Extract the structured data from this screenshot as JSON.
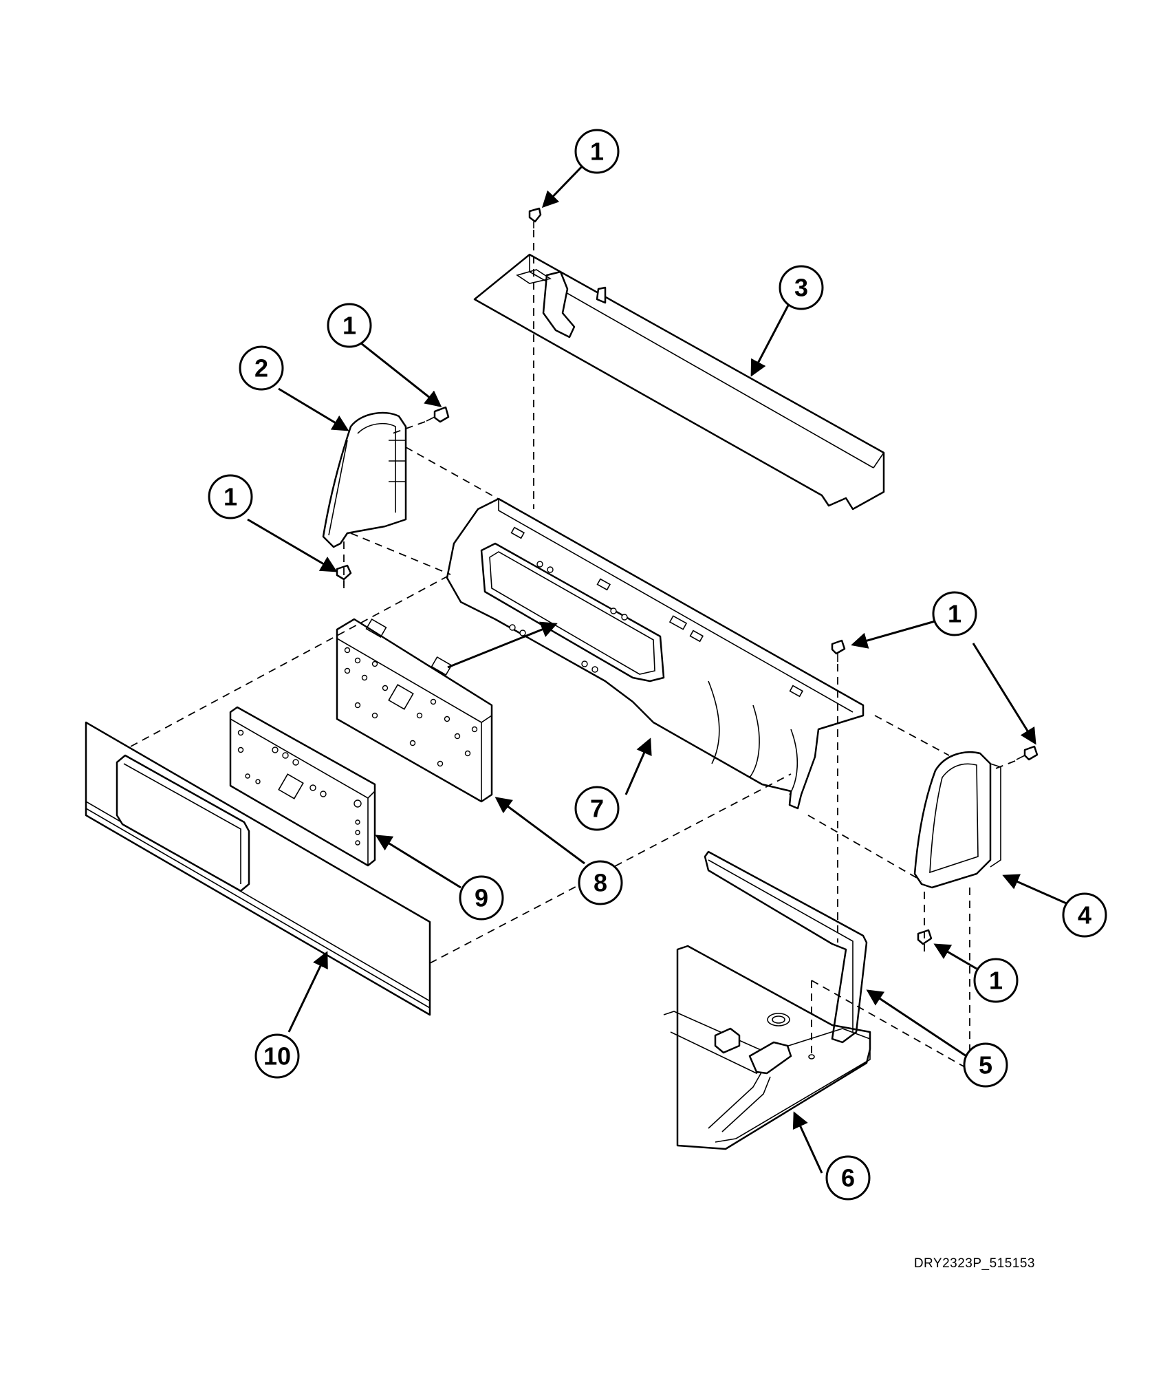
{
  "figure_code": "DRY2323P_515153",
  "callouts": [
    {
      "id": "c1a",
      "label": "1"
    },
    {
      "id": "c3",
      "label": "3"
    },
    {
      "id": "c1b",
      "label": "1"
    },
    {
      "id": "c2",
      "label": "2"
    },
    {
      "id": "c1c",
      "label": "1"
    },
    {
      "id": "c1d",
      "label": "1"
    },
    {
      "id": "c7",
      "label": "7"
    },
    {
      "id": "c8",
      "label": "8"
    },
    {
      "id": "c9",
      "label": "9"
    },
    {
      "id": "c4",
      "label": "4"
    },
    {
      "id": "c1e",
      "label": "1"
    },
    {
      "id": "c5",
      "label": "5"
    },
    {
      "id": "c10",
      "label": "10"
    },
    {
      "id": "c6",
      "label": "6"
    }
  ]
}
